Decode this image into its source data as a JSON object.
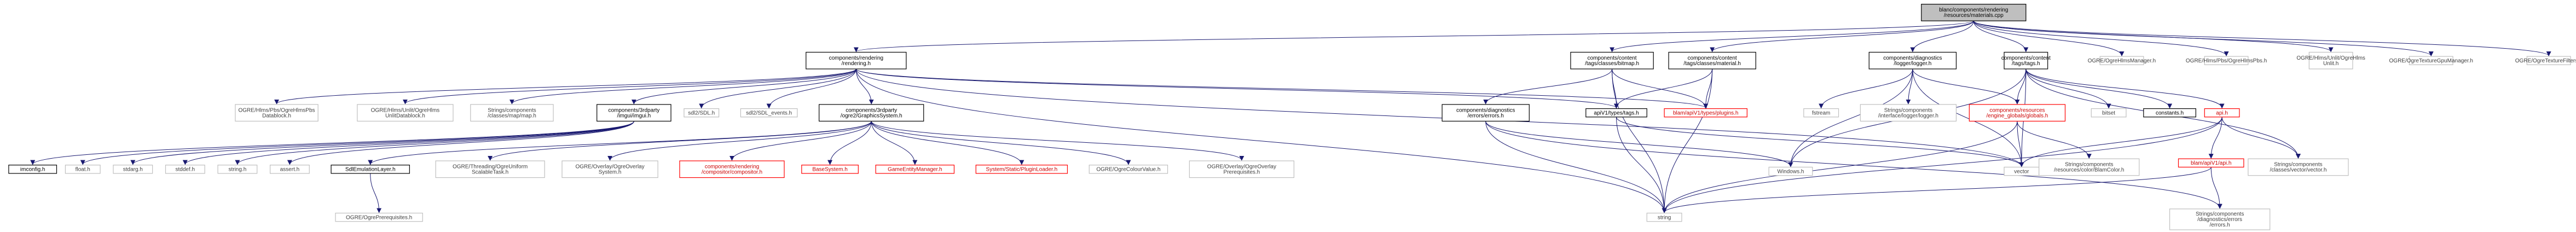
{
  "diagram": {
    "colors": {
      "edge": "#191970",
      "root_fill": "#bfbfbf",
      "documented_border": "#000000",
      "external_border": "#bfbfbf",
      "missing_border": "#ff0000"
    },
    "nodes": {
      "root": "blanc/components/rendering/resources/materials.cpp",
      "rendering_h": "components/rendering/rendering.h",
      "bitmap_h": "components/content/tags/classes/bitmap.h",
      "material_h": "components/content/tags/classes/material.h",
      "logger_h": "components/diagnostics/logger/logger.h",
      "tags_h": "components/content/tags/tags.h",
      "hlms_manager": "OGRE/OgreHlmsManager.h",
      "hlms_pbs": "OGRE/Hlms/Pbs/OgreHlmsPbs.h",
      "hlms_unlit": "OGRE/Hlms/Unlit/OgreHlmsUnlit.h",
      "texture_gpu_mgr": "OGRE/OgreTextureGpuManager.h",
      "texture_filters": "OGRE/OgreTextureFilters.h",
      "pbs_datablock": "OGRE/Hlms/Pbs/OgreHlmsPbsDatablock.h",
      "unlit_datablock": "OGRE/Hlms/Unlit/OgreHlmsUnlitDatablock.h",
      "strings_map": "Strings/components/classes/map/map.h",
      "imgui": "components/3rdparty/imgui/imgui.h",
      "sdl": "sdl2/SDL.h",
      "sdl_events": "sdl2/SDL_events.h",
      "graphics_system": "components/3rdparty/ogre2/GraphicsSystem.h",
      "errors_h": "components/diagnostics/errors/errors.h",
      "apiv1_tags": "apiV1/types/tags.h",
      "plugins": "blam/apiV1/types/plugins.h",
      "fstream": "fstream",
      "strings_logger": "Strings/components/interface/logger/logger.h",
      "globals": "components/resources/engine_globals/globals.h",
      "bitset": "bitset",
      "constants": "constants.h",
      "api_h": "api.h",
      "imconfig": "imconfig.h",
      "float_h": "float.h",
      "stdarg": "stdarg.h",
      "stddef": "stddef.h",
      "string_h": "string.h",
      "assert_h": "assert.h",
      "sdl_emu": "SdlEmulationLayer.h",
      "threading": "OGRE/Threading/OgreUniformScalableTask.h",
      "overlay_system": "OGRE/Overlay/OgreOverlaySystem.h",
      "compositor": "components/rendering/compositor/compositor.h",
      "base_system": "BaseSystem.h",
      "game_entity_mgr": "GameEntityManager.h",
      "plugin_loader": "System/Static/PluginLoader.h",
      "colour_value": "OGRE/OgreColourValue.h",
      "overlay_prereq": "OGRE/Overlay/OgreOverlayPrerequisites.h",
      "ogre_prereq": "OGRE/OgrePrerequisites.h",
      "windows_h": "Windows.h",
      "vector": "vector",
      "strings_color": "Strings/components/resources/color/BlamColor.h",
      "blam_api_h": "blam/apiV1/api.h",
      "strings_vector": "Strings/components/classes/vector/vector.h",
      "string": "string",
      "strings_errors": "Strings/components/diagnostics/errors/errors.h"
    }
  }
}
